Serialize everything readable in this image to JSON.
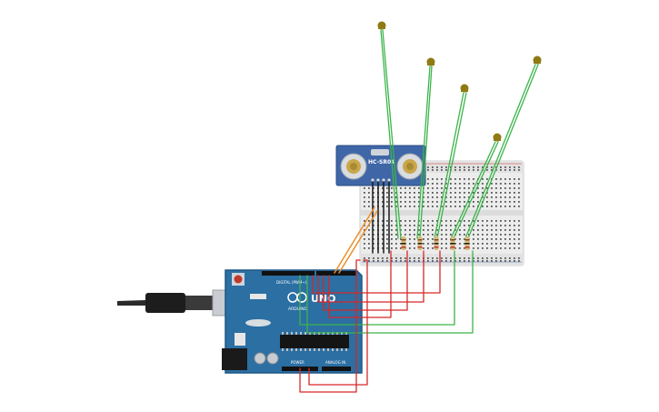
{
  "colors": {
    "background": "#ffffff",
    "arduino_board": "#2b6fa3",
    "arduino_board_edge": "#1f5683",
    "breadboard": "#ececec",
    "sensor_board": "#3f67a8",
    "wire_green": "#3cb44b",
    "wire_red": "#d62828",
    "wire_orange": "#e9902d",
    "led_olive": "#8f7a14"
  },
  "sensor": {
    "label": "HC-SR04"
  },
  "arduino": {
    "model_label": "UNO",
    "brand_label": "ARDUINO",
    "digital_label": "DIGITAL (PWM~)",
    "power_label": "POWER",
    "analog_label": "ANALOG IN"
  },
  "icons": {
    "arduino_logo": "infinity-logo-icon",
    "usb_cable": "usb-cable-icon",
    "reset": "reset-button-icon",
    "led": "led-icon"
  }
}
